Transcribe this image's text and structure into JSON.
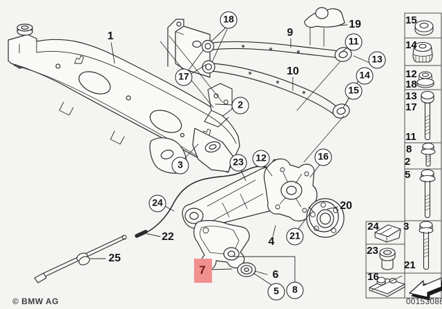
{
  "meta": {
    "copyright": "© BMW AG",
    "document_number": "00153086"
  },
  "highlight": {
    "number": "7",
    "background": "#f0908f",
    "text_color": "#6d1a1a"
  },
  "callouts": {
    "1": {
      "label": "1",
      "style": "plain",
      "part": "rear-axle-carrier"
    },
    "2": {
      "label": "2",
      "style": "circle",
      "part": "bracket"
    },
    "3": {
      "label": "3",
      "style": "circle",
      "part": "rubber-mounting"
    },
    "4": {
      "label": "4",
      "style": "plain",
      "part": "trailing-arm"
    },
    "5": {
      "label": "5",
      "style": "circle",
      "part": "bolt"
    },
    "6": {
      "label": "6",
      "style": "plain",
      "part": "washer"
    },
    "7": {
      "label": "7",
      "style": "highlight",
      "part": "bracket-highlighted"
    },
    "8": {
      "label": "8",
      "style": "circle",
      "part": "bolt"
    },
    "9": {
      "label": "9",
      "style": "plain",
      "part": "upper-control-arm"
    },
    "10": {
      "label": "10",
      "style": "plain",
      "part": "lower-control-arm"
    },
    "11": {
      "label": "11",
      "style": "circle",
      "part": "bolt"
    },
    "12": {
      "label": "12",
      "style": "circle",
      "part": "flange-nut"
    },
    "13": {
      "label": "13",
      "style": "circle",
      "part": "bolt"
    },
    "14": {
      "label": "14",
      "style": "circle",
      "part": "rubber-mount"
    },
    "15": {
      "label": "15",
      "style": "circle",
      "part": "washer"
    },
    "16": {
      "label": "16",
      "style": "circle",
      "part": "wheel-carrier-clamp"
    },
    "17": {
      "label": "17",
      "style": "circle",
      "part": "bolt"
    },
    "18": {
      "label": "18",
      "style": "circle",
      "part": "nut"
    },
    "19": {
      "label": "19",
      "style": "plain",
      "part": "lever"
    },
    "20": {
      "label": "20",
      "style": "plain",
      "part": "wheel-hub"
    },
    "21": {
      "label": "21",
      "style": "circle",
      "part": "bolt"
    },
    "22": {
      "label": "22",
      "style": "plain",
      "part": "cable-end"
    },
    "23": {
      "label": "23",
      "style": "circle",
      "part": "socket-sleeve"
    },
    "24": {
      "label": "24",
      "style": "circle",
      "part": "brake-cable-clip"
    },
    "25": {
      "label": "25",
      "style": "plain",
      "part": "push-rod"
    }
  },
  "panel": {
    "cells": [
      {
        "name": "washer",
        "labels": [
          "15"
        ]
      },
      {
        "name": "rubber-mount",
        "labels": [
          "14"
        ]
      },
      {
        "name": "flange-nut",
        "labels": [
          "12",
          "18"
        ]
      },
      {
        "name": "long-bolt",
        "labels": [
          "13",
          "17",
          "11"
        ]
      },
      {
        "name": "hex-bolt-short",
        "labels": [
          "8",
          "2"
        ]
      },
      {
        "name": "hex-bolt-long",
        "labels": [
          "5"
        ]
      },
      {
        "name": "long-bolt-2",
        "labels": [
          "3",
          "21"
        ]
      },
      {
        "name": "clip-nut",
        "labels": [
          "24"
        ]
      },
      {
        "name": "socket-sleeve",
        "labels": [
          "23"
        ]
      },
      {
        "name": "clamp-plate",
        "labels": [
          "16"
        ]
      },
      {
        "name": "direction-arrow",
        "labels": []
      }
    ]
  }
}
